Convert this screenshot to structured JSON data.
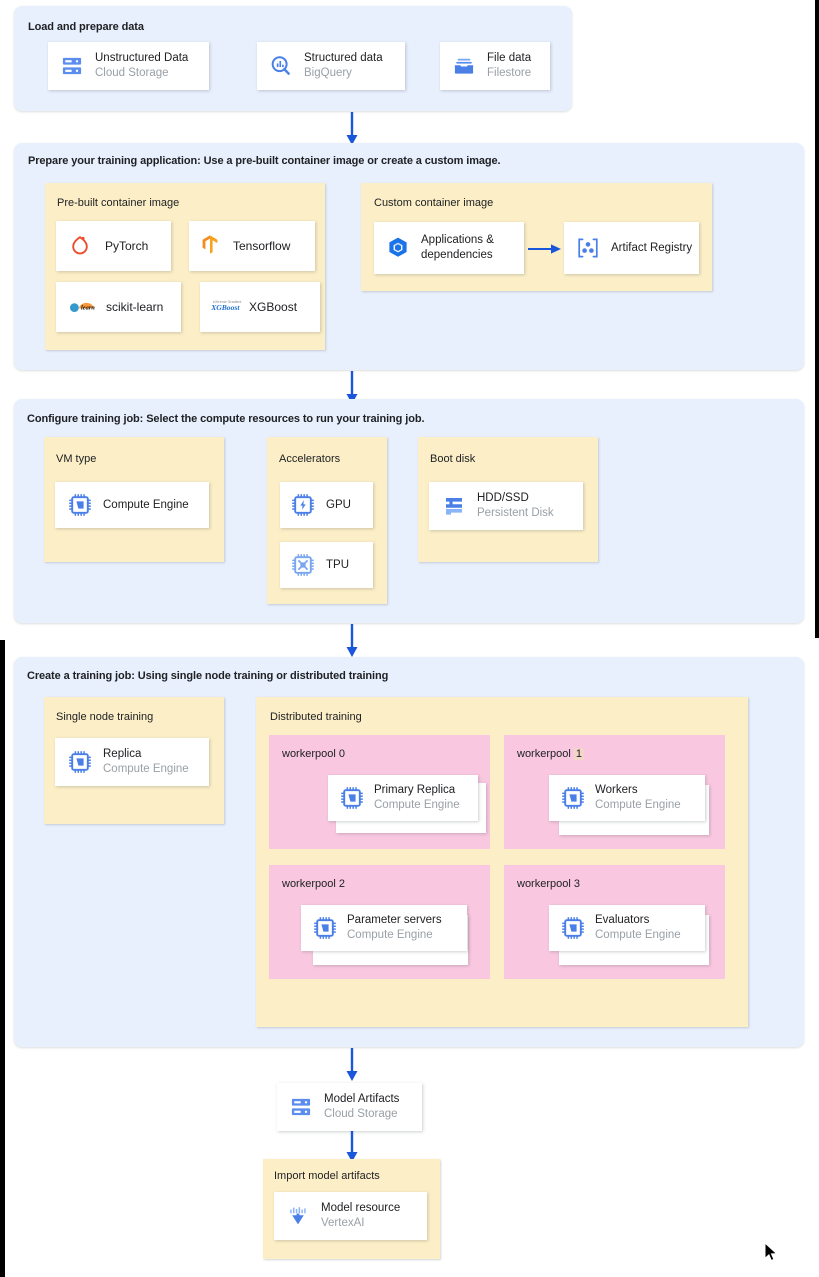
{
  "diagram": {
    "title": "Vertex AI custom training workflow",
    "colors": {
      "stage_bg": "#e8f0fe",
      "group_bg": "#fcefc7",
      "pool_bg": "#f9c8e0",
      "card_bg": "#ffffff",
      "arrow": "#1a56db",
      "icon_blue": "#5b8def",
      "primary_text": "#202124",
      "secondary_text": "#9aa0a6"
    }
  },
  "stages": [
    {
      "id": "load",
      "title": "Load and prepare data",
      "cards": [
        {
          "title": "Unstructured Data",
          "subtitle": "Cloud Storage",
          "icon": "cloud-storage-icon"
        },
        {
          "title": "Structured data",
          "subtitle": "BigQuery",
          "icon": "bigquery-icon"
        },
        {
          "title": "File data",
          "subtitle": "Filestore",
          "icon": "filestore-icon"
        }
      ]
    },
    {
      "id": "prepare",
      "title": "Prepare your training application: Use a pre-built container image or create a custom image.",
      "groups": [
        {
          "title": "Pre-built container image",
          "frameworks": [
            {
              "label": "PyTorch",
              "icon": "pytorch-logo"
            },
            {
              "label": "Tensorflow",
              "icon": "tensorflow-logo"
            },
            {
              "label": "scikit-learn",
              "icon": "scikit-learn-logo"
            },
            {
              "label": "XGBoost",
              "icon": "xgboost-logo"
            }
          ]
        },
        {
          "title": "Custom container image",
          "cards": [
            {
              "title": "Applications &",
              "title2": "dependencies",
              "icon": "app-dependencies-icon"
            },
            {
              "title": "Artifact Registry",
              "icon": "artifact-registry-icon"
            }
          ]
        }
      ]
    },
    {
      "id": "configure",
      "title": "Configure training job: Select the compute resources to run your training job.",
      "groups": [
        {
          "title": "VM type",
          "cards": [
            {
              "title": "Compute Engine",
              "icon": "compute-engine-icon"
            }
          ]
        },
        {
          "title": "Accelerators",
          "cards": [
            {
              "title": "GPU",
              "icon": "gpu-icon"
            },
            {
              "title": "TPU",
              "icon": "tpu-icon"
            }
          ]
        },
        {
          "title": "Boot disk",
          "cards": [
            {
              "title": "HDD/SSD",
              "subtitle": "Persistent Disk",
              "icon": "persistent-disk-icon"
            }
          ]
        }
      ]
    },
    {
      "id": "create",
      "title": "Create a training job: Using single node training or distributed training",
      "groups": [
        {
          "title": "Single node training",
          "cards": [
            {
              "title": "Replica",
              "subtitle": "Compute Engine",
              "icon": "compute-engine-icon"
            }
          ]
        },
        {
          "title": "Distributed training",
          "pools": [
            {
              "label": "workerpool",
              "index": "0",
              "highlight": false,
              "card": {
                "title": "Primary Replica",
                "subtitle": "Compute Engine",
                "icon": "compute-engine-icon"
              }
            },
            {
              "label": "workerpool",
              "index": "1",
              "highlight": true,
              "card": {
                "title": "Workers",
                "subtitle": "Compute Engine",
                "icon": "compute-engine-icon"
              }
            },
            {
              "label": "workerpool",
              "index": "2",
              "highlight": false,
              "card": {
                "title": "Parameter servers",
                "subtitle": "Compute Engine",
                "icon": "compute-engine-icon"
              }
            },
            {
              "label": "workerpool",
              "index": "3",
              "highlight": false,
              "card": {
                "title": "Evaluators",
                "subtitle": "Compute Engine",
                "icon": "compute-engine-icon"
              }
            }
          ]
        }
      ]
    }
  ],
  "output": {
    "artifacts_card": {
      "title": "Model Artifacts",
      "subtitle": "Cloud Storage",
      "icon": "cloud-storage-icon"
    },
    "import_group": {
      "title": "Import model artifacts",
      "card": {
        "title": "Model resource",
        "subtitle": "VertexAI",
        "icon": "vertex-ai-icon"
      }
    }
  },
  "cursor": {
    "icon": "mouse-pointer-icon"
  }
}
